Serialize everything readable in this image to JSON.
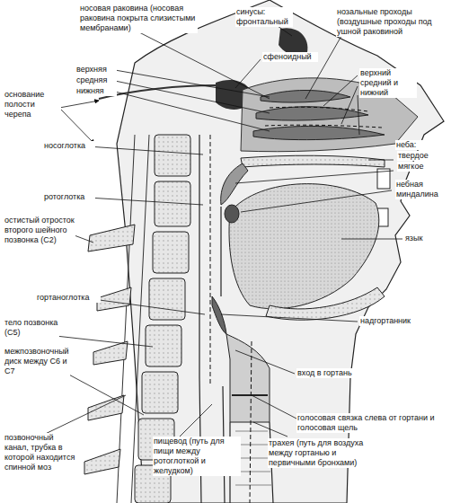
{
  "diagram": {
    "labels": [
      "носовая раковина (носовая раковина покрыта слизистыми мембранами)",
      "синусы: фронтальный",
      "сфеноидный",
      "нозальные проходы (воздушные проходы под ушной раковиной",
      "верхняя",
      "средняя",
      "нижняя",
      "верхний средний и нижний",
      "основание полости черепа",
      "носоглотка",
      "неба:",
      "твердое",
      "мягкое",
      "небная миндалина",
      "ротоглотка",
      "остистый отросток второго шейного позвонка (C2)",
      "язык",
      "гортаноглотка",
      "надгортанник",
      "тело позвонка (C5)",
      "межпозвоночный диск между C6 и C7",
      "вход в гортань",
      "голосовая связка слева от гортани и голосовая щель",
      "позвоночный канал, трубка в которой находится спинной моз",
      "пищевод (путь для пищи между ротоглоткой и желудком)",
      "трахея (путь для воздуха между гортанью и первичными бронхами)"
    ]
  }
}
